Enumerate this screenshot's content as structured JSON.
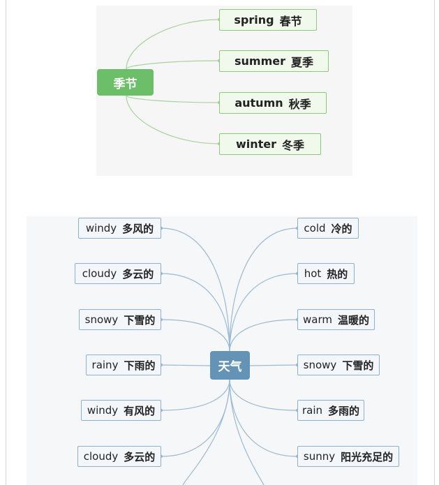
{
  "colors": {
    "season_accent": "#6cbf68",
    "season_line": "#a6d49a",
    "weather_accent": "#6493b6",
    "weather_line": "#9ab9d3"
  },
  "seasons": {
    "root": "季节",
    "leaves": [
      {
        "en": "spring",
        "zh": "春节"
      },
      {
        "en": "summer",
        "zh": "夏季"
      },
      {
        "en": "autumn",
        "zh": "秋季"
      },
      {
        "en": "winter",
        "zh": "冬季"
      }
    ]
  },
  "weather": {
    "root": "天气",
    "left": [
      {
        "en": "windy",
        "zh": "多风的"
      },
      {
        "en": "cloudy",
        "zh": "多云的"
      },
      {
        "en": "snowy",
        "zh": "下雪的"
      },
      {
        "en": "rainy",
        "zh": "下雨的"
      },
      {
        "en": "windy",
        "zh": "有风的"
      },
      {
        "en": "cloudy",
        "zh": "多云的"
      }
    ],
    "right": [
      {
        "en": "cold",
        "zh": "冷的"
      },
      {
        "en": "hot",
        "zh": "热的"
      },
      {
        "en": "warm",
        "zh": "温暖的"
      },
      {
        "en": "snowy",
        "zh": "下雪的"
      },
      {
        "en": "rain",
        "zh": "多雨的"
      },
      {
        "en": "sunny",
        "zh": "阳光充足的"
      }
    ]
  }
}
